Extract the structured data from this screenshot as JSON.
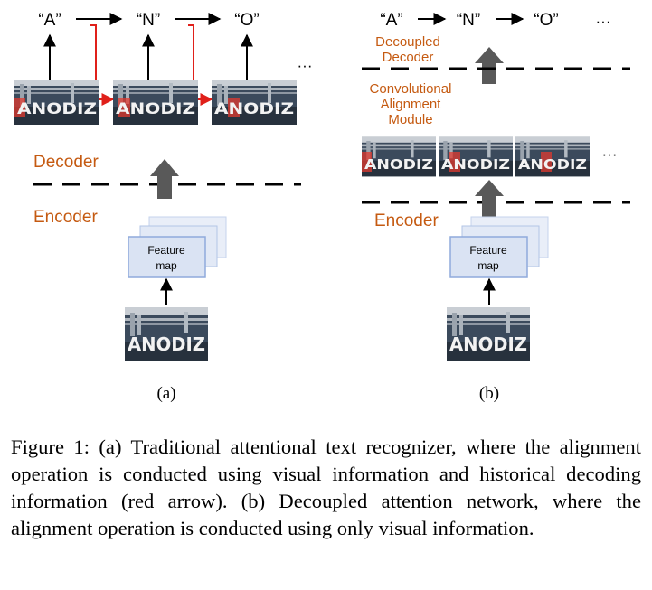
{
  "figure": {
    "panel_a": {
      "outputs": [
        "“A”",
        "“N”",
        "“O”"
      ],
      "ellipsis": "···",
      "decoder_label": "Decoder",
      "encoder_label": "Encoder",
      "feature_map_line1": "Feature",
      "feature_map_line2": "map",
      "sublabel": "(a)"
    },
    "panel_b": {
      "outputs": [
        "“A”",
        "“N”",
        "“O”"
      ],
      "ellipsis": "···",
      "decoupled_decoder_line1": "Decoupled",
      "decoupled_decoder_line2": "Decoder",
      "cam_line1": "Convolutional",
      "cam_line2": "Alignment",
      "cam_line3": "Module",
      "encoder_label": "Encoder",
      "feature_map_line1": "Feature",
      "feature_map_line2": "map",
      "sublabel": "(b)"
    },
    "word_image_text": "ANODIZ",
    "colors": {
      "label_orange": "#c55a11",
      "red_arrow": "#e0201a",
      "gray_arrow": "#595959",
      "feature_fill": "#dae3f3",
      "feature_border": "#8faadc"
    }
  },
  "caption": {
    "text": "Figure 1: (a) Traditional attentional text recognizer, where the alignment operation is conducted using visual information and historical decoding information (red arrow). (b) Decoupled attention network, where the alignment operation is conducted using only visual information."
  }
}
